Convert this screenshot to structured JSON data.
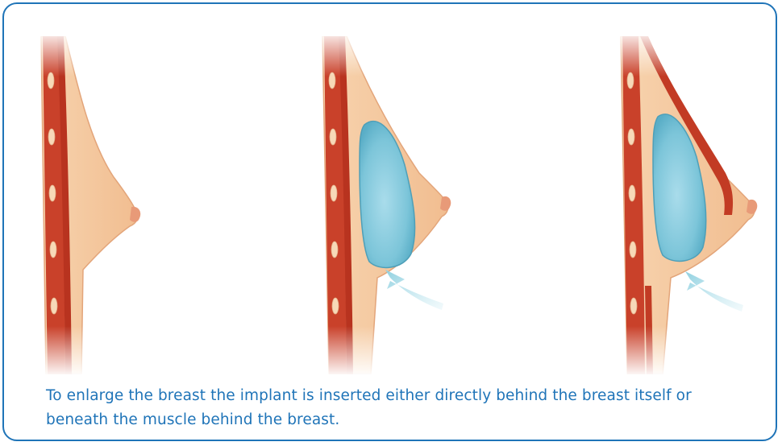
{
  "caption": "To enlarge the breast the implant is inserted either directly behind the breast itself or beneath the muscle behind the breast.",
  "colors": {
    "border": "#1f74b8",
    "caption_text": "#1f74b8",
    "skin": "#f5c9a0",
    "muscle": "#c9412a",
    "implant": "#7cc5d9"
  },
  "panels": [
    {
      "name": "natural-breast",
      "implant": false
    },
    {
      "name": "subglandular-implant",
      "implant": true
    },
    {
      "name": "submuscular-implant",
      "implant": true
    }
  ]
}
